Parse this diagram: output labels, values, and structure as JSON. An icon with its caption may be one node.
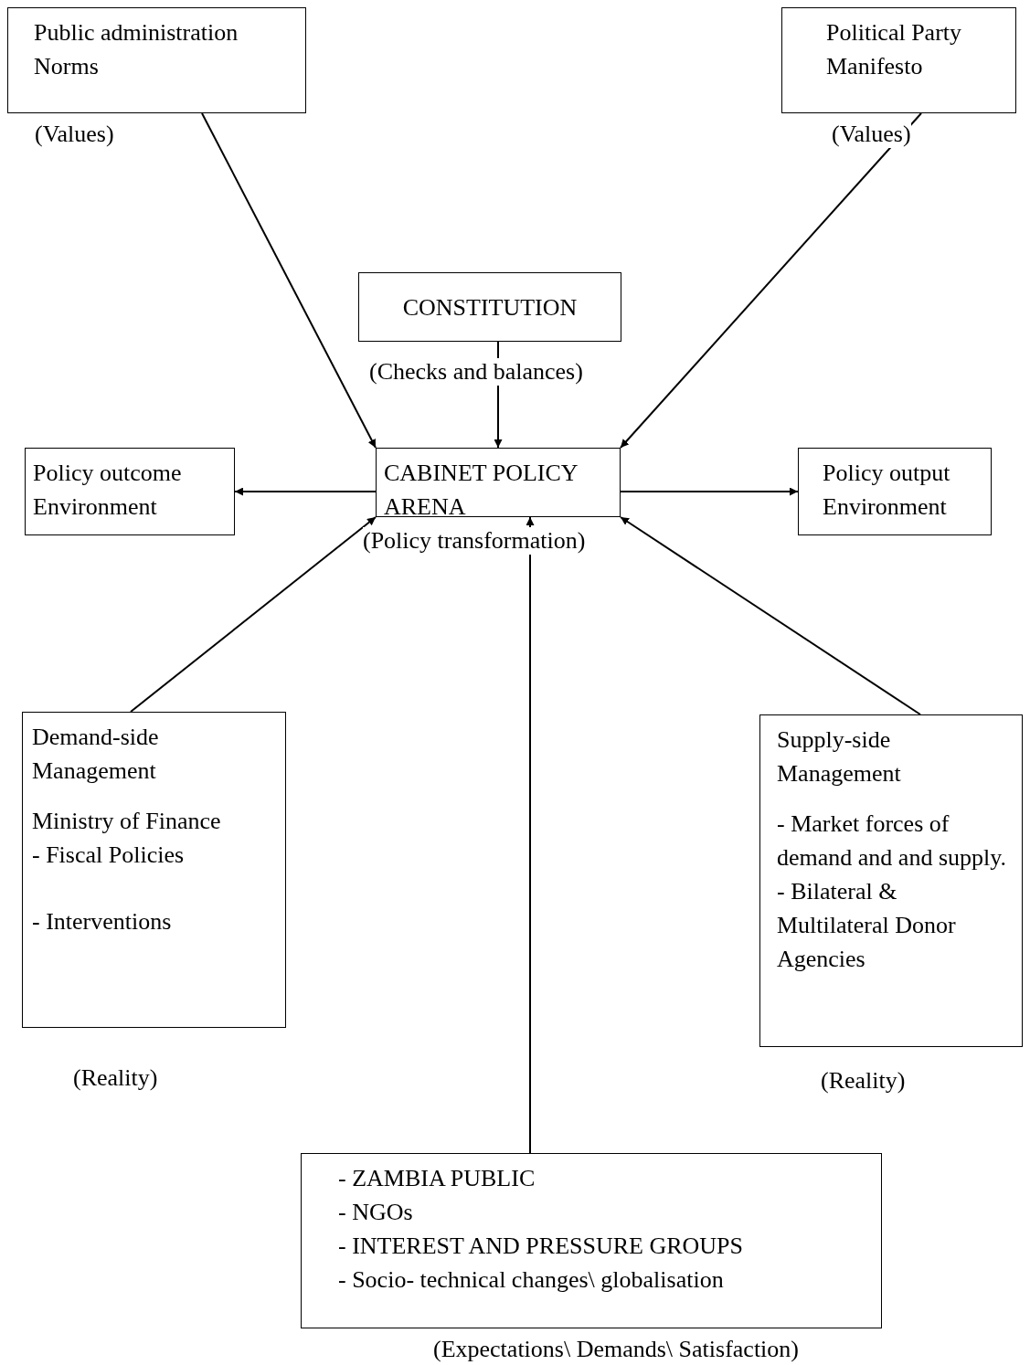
{
  "diagram": {
    "nodes": [
      {
        "text": [
          "Public administration Norms"
        ],
        "beside": [
          "(Values)"
        ]
      },
      {
        "text": [
          "Political Party Manifesto"
        ],
        "beside": [
          "(Values)"
        ]
      },
      {
        "text": [
          "CONSTITUTION"
        ],
        "beside": [
          "(Checks and balances)"
        ]
      },
      {
        "text": [
          "Policy outcome Environment"
        ]
      },
      {
        "text": [
          "CABINET POLICY ARENA"
        ],
        "beside": [
          "(Policy transformation)"
        ]
      },
      {
        "text": [
          "Policy output Environment"
        ]
      },
      {
        "text": [
          "Demand-side Management",
          "Ministry of Finance",
          "- Fiscal Policies",
          "- Interventions"
        ],
        "beside": [
          "(Reality)"
        ]
      },
      {
        "text": [
          "Supply-side Management",
          "- Market forces of demand and and supply.",
          "- Bilateral & Multilateral Donor Agencies"
        ],
        "beside": [
          "(Reality)"
        ]
      },
      {
        "text": [
          "- ZAMBIA PUBLIC",
          "- NGOs",
          "- INTEREST AND PRESSURE GROUPS",
          "- Socio- technical changes\\ globalisation"
        ],
        "beside": [
          "(Expectations\\ Demands\\ Satisfaction)"
        ]
      }
    ],
    "edges": [
      {
        "from": 0,
        "to": 4,
        "arrow": "to"
      },
      {
        "from": 1,
        "to": 4,
        "arrow": "to"
      },
      {
        "from": 2,
        "to": 4,
        "arrow": "to"
      },
      {
        "from": 4,
        "to": 3,
        "arrow": "to"
      },
      {
        "from": 4,
        "to": 5,
        "arrow": "to"
      },
      {
        "from": 6,
        "to": 4,
        "arrow": "to"
      },
      {
        "from": 7,
        "to": 4,
        "arrow": "to"
      },
      {
        "from": 8,
        "to": 4,
        "arrow": "to"
      }
    ]
  }
}
